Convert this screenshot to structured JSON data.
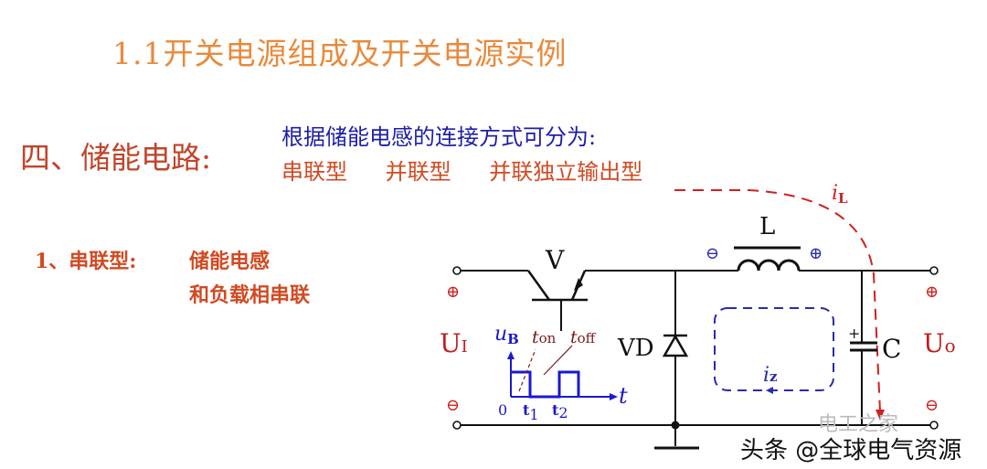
{
  "slide": {
    "title": "1.1开关电源组成及开关电源实例",
    "section_heading": "四、储能电路:",
    "intro": "根据储能电感的连接方式可分为:",
    "types": [
      "串联型",
      "并联型",
      "并联独立输出型"
    ],
    "series_heading": "1、串联型:",
    "series_desc_line1": "储能电感",
    "series_desc_line2": "和负载相串联"
  },
  "circuit": {
    "transistor_label": "V",
    "diode_label": "VD",
    "inductor_label": "L",
    "capacitor_label": "C",
    "capacitor_polarity": "+",
    "input_label": "U",
    "input_subscript": "I",
    "output_label": "U",
    "output_subscript": "o",
    "inductor_current_label": "i",
    "inductor_current_subscript": "L",
    "loop_current_label": "i",
    "loop_current_subscript": "z",
    "plus_symbol": "⊕",
    "minus_symbol": "⊖",
    "waveform": {
      "y_label": "u",
      "y_subscript": "B",
      "t_on_label": "t",
      "t_on_subscript": "on",
      "t_off_label": "t",
      "t_off_subscript": "off",
      "x_label": "t",
      "ticks": [
        "0",
        "t",
        "t"
      ],
      "tick_subscripts": [
        "",
        "1",
        "2"
      ]
    },
    "colors": {
      "wire": "#111111",
      "red_annotation": "#d0201e",
      "blue_annotation": "#1e1ea8",
      "waveform": "#1a1acc",
      "ton_toff_text": "#7a1a1a"
    }
  },
  "watermark": {
    "text": "头条 @全球电气资源",
    "faint_text": "电工之家"
  }
}
